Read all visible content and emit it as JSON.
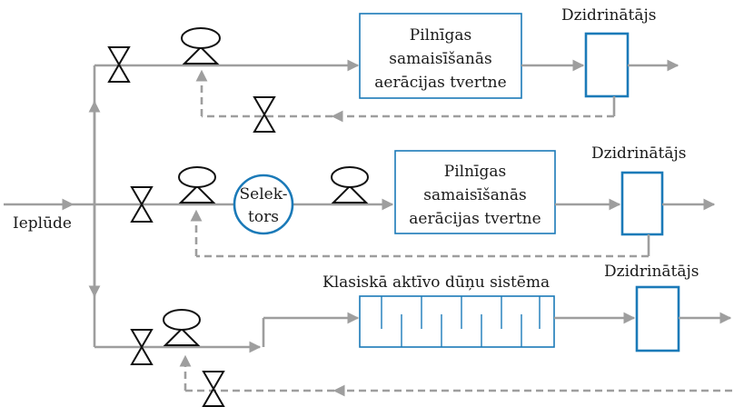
{
  "diagram": {
    "influent_label": "Ieplūde",
    "system1": {
      "tank_label_lines": [
        "Pilnīgas",
        "samaisīšanās",
        "aerācijas tvertne"
      ],
      "clarifier_label": "Dzidrinātājs"
    },
    "system2": {
      "selector_label_lines": [
        "Selek-",
        "tors"
      ],
      "tank_label_lines": [
        "Pilnīgas",
        "samaisīšanās",
        "aerācijas tvertne"
      ],
      "clarifier_label": "Dzidrinātājs"
    },
    "system3": {
      "title": "Klasiskā aktīvo dūņu sistēma",
      "clarifier_label": "Dzidrinātājs"
    },
    "colors": {
      "pipe": "#9e9e9e",
      "tank_outline": "#1b7ab8",
      "valve": "#111111"
    }
  }
}
